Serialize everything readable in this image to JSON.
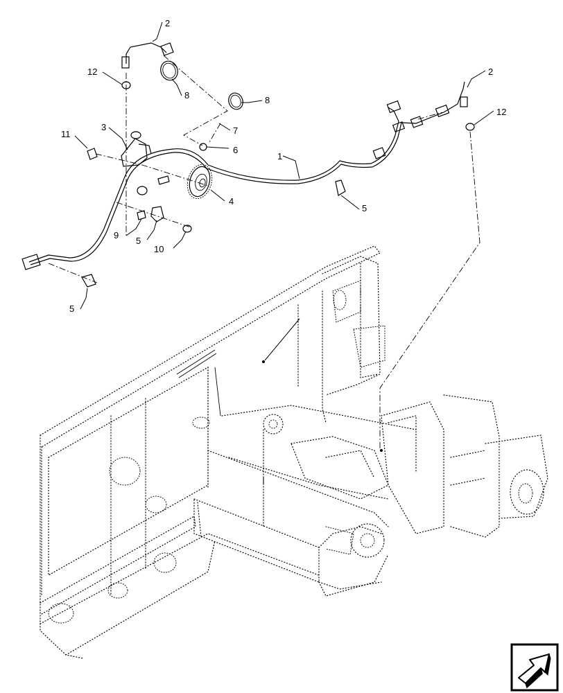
{
  "callouts": {
    "c1": "1",
    "c2a": "2",
    "c2b": "2",
    "c3": "3",
    "c4": "4",
    "c5a": "5",
    "c5b": "5",
    "c5c": "5",
    "c6": "6",
    "c7": "7",
    "c8a": "8",
    "c8b": "8",
    "c9": "9",
    "c10": "10",
    "c11": "11",
    "c12a": "12",
    "c12b": "12"
  },
  "nav_icon": "next-page-arrow-icon"
}
